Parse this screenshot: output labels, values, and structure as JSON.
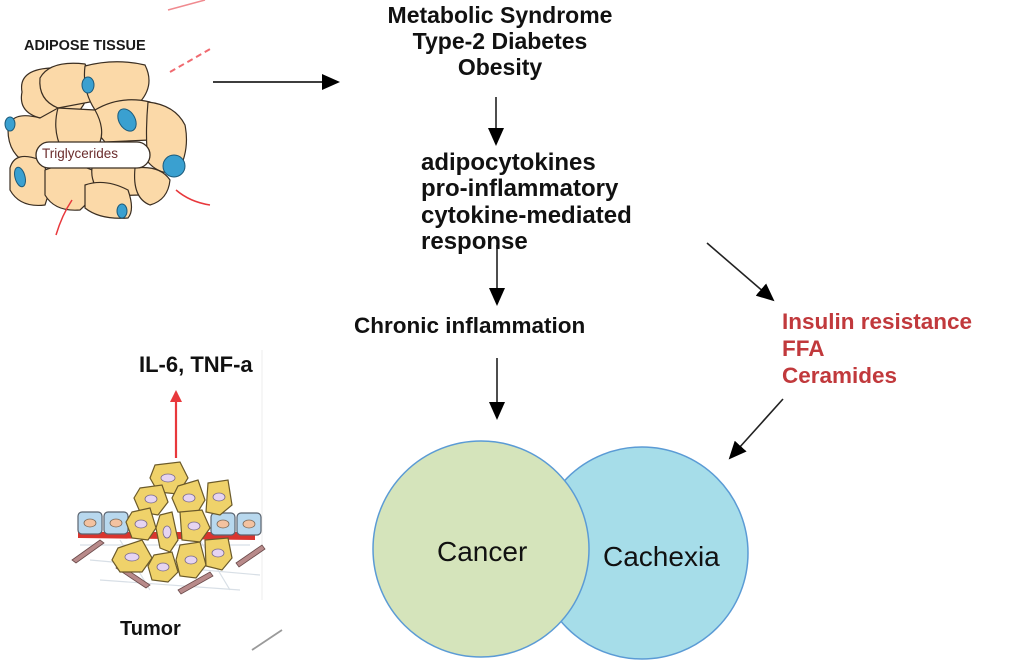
{
  "diagram": {
    "adipose_tissue": {
      "title": "ADIPOSE TISSUE",
      "content_label": "Triglycerides"
    },
    "top_node": {
      "lines": [
        "Metabolic Syndrome",
        "Type-2 Diabetes",
        "Obesity"
      ]
    },
    "middle_node": {
      "lines": [
        "adipocytokines",
        "pro-inflammatory",
        "cytokine-mediated",
        "response"
      ]
    },
    "chronic_node": {
      "label": "Chronic inflammation"
    },
    "metabolic_effects": {
      "lines": [
        "Insulin resistance",
        "FFA",
        "Ceramides"
      ],
      "color": "#c1393c"
    },
    "tumor": {
      "secretion_label": "IL-6, TNF-a",
      "label": "Tumor",
      "arrow_color": "#e8383c"
    },
    "venn": {
      "left": {
        "label": "Cancer",
        "color": "#d5e4bb"
      },
      "right": {
        "label": "Cachexia",
        "color": "#a6dde9"
      },
      "stroke_color": "#5b9bd5"
    },
    "arrows": [
      {
        "from": "adipose_tissue",
        "to": "top_node"
      },
      {
        "from": "top_node",
        "to": "middle_node"
      },
      {
        "from": "middle_node",
        "to": "chronic_node"
      },
      {
        "from": "chronic_node",
        "to": "venn"
      },
      {
        "from": "middle_node",
        "to": "metabolic_effects"
      },
      {
        "from": "metabolic_effects",
        "to": "venn"
      },
      {
        "from": "tumor",
        "to": "tumor_secretion"
      }
    ]
  }
}
